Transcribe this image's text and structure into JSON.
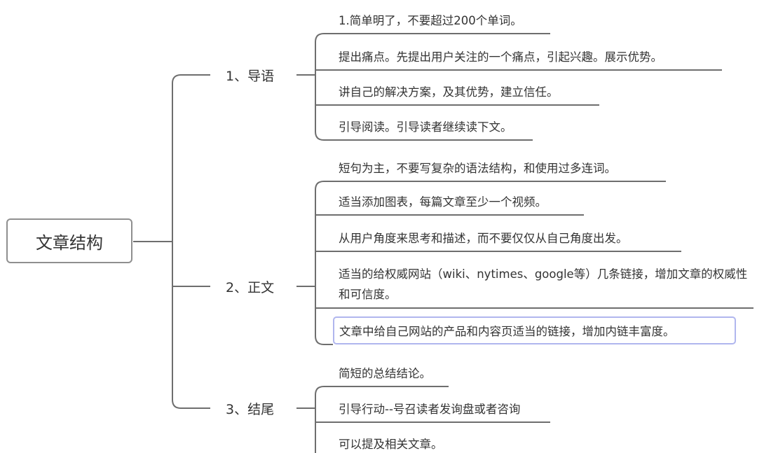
{
  "root": {
    "label": "文章结构"
  },
  "branches": [
    {
      "label": "1、导语",
      "items": [
        "1.简单明了，不要超过200个单词。",
        "提出痛点。先提出用户关注的一个痛点，引起兴趣。展示优势。",
        "讲自己的解决方案，及其优势，建立信任。",
        "引导阅读。引导读者继续读下文。"
      ]
    },
    {
      "label": "2、正文",
      "items": [
        "短句为主，不要写复杂的语法结构，和使用过多连词。",
        "适当添加图表，每篇文章至少一个视频。",
        "从用户角度来思考和描述，而不要仅仅从自己角度出发。",
        "适当的给权威网站（wiki、nytimes、google等）几条链接，增加文章的权威性和可信度。",
        "文章中给自己网站的产品和内容页适当的链接，增加内链丰富度。"
      ]
    },
    {
      "label": "3、结尾",
      "items": [
        "简短的总结结论。",
        "引导行动--号召读者发询盘或者咨询",
        "可以提及相关文章。"
      ]
    }
  ]
}
